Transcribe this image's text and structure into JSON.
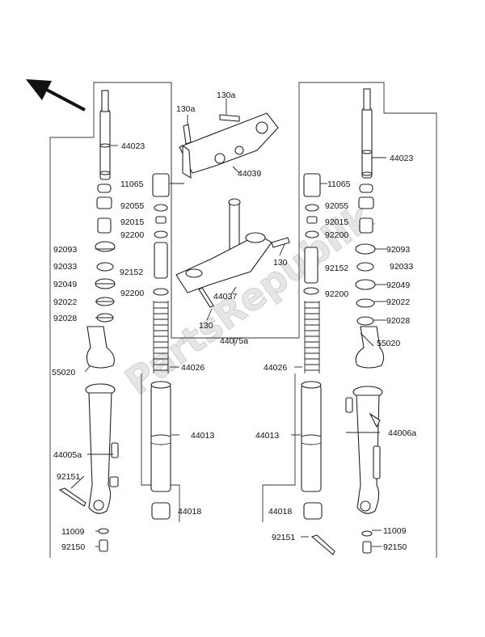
{
  "watermark": "PartsRepublik",
  "labels": [
    {
      "id": "130a-left",
      "text": "130a"
    },
    {
      "id": "130a-top",
      "text": "130a"
    },
    {
      "id": "44039",
      "text": "44039"
    },
    {
      "id": "44023-left",
      "text": "44023"
    },
    {
      "id": "44023-right",
      "text": "44023"
    },
    {
      "id": "11065-left",
      "text": "11065"
    },
    {
      "id": "11065-right",
      "text": "11065"
    },
    {
      "id": "92055-left",
      "text": "92055"
    },
    {
      "id": "92055-right",
      "text": "92055"
    },
    {
      "id": "92015-left",
      "text": "92015"
    },
    {
      "id": "92015-right",
      "text": "92015"
    },
    {
      "id": "92200-left-top",
      "text": "92200"
    },
    {
      "id": "92200-right-top",
      "text": "92200"
    },
    {
      "id": "92093-left",
      "text": "92093"
    },
    {
      "id": "92093-right",
      "text": "92093"
    },
    {
      "id": "92033-left",
      "text": "92033"
    },
    {
      "id": "92033-right",
      "text": "92033"
    },
    {
      "id": "92152-left",
      "text": "92152"
    },
    {
      "id": "92152-right",
      "text": "92152"
    },
    {
      "id": "130-right",
      "text": "130"
    },
    {
      "id": "92049-left",
      "text": "92049"
    },
    {
      "id": "92049-right",
      "text": "92049"
    },
    {
      "id": "92200-left-mid",
      "text": "92200"
    },
    {
      "id": "92200-right-mid",
      "text": "92200"
    },
    {
      "id": "44037",
      "text": "44037"
    },
    {
      "id": "92022-left",
      "text": "92022"
    },
    {
      "id": "92022-right",
      "text": "92022"
    },
    {
      "id": "92028-left",
      "text": "92028"
    },
    {
      "id": "92028-right",
      "text": "92028"
    },
    {
      "id": "130-bottom",
      "text": "130"
    },
    {
      "id": "44075a",
      "text": "44075a"
    },
    {
      "id": "55020-left",
      "text": "55020"
    },
    {
      "id": "55020-right",
      "text": "55020"
    },
    {
      "id": "44026-left",
      "text": "44026"
    },
    {
      "id": "44026-right",
      "text": "44026"
    },
    {
      "id": "44013-left",
      "text": "44013"
    },
    {
      "id": "44013-right",
      "text": "44013"
    },
    {
      "id": "44006a",
      "text": "44006a"
    },
    {
      "id": "44005a",
      "text": "44005a"
    },
    {
      "id": "92151-left",
      "text": "92151"
    },
    {
      "id": "92151-right",
      "text": "92151"
    },
    {
      "id": "44018-left",
      "text": "44018"
    },
    {
      "id": "44018-right",
      "text": "44018"
    },
    {
      "id": "11009-left",
      "text": "11009"
    },
    {
      "id": "11009-right",
      "text": "11009"
    },
    {
      "id": "92150-left",
      "text": "92150"
    },
    {
      "id": "92150-right",
      "text": "92150"
    }
  ]
}
